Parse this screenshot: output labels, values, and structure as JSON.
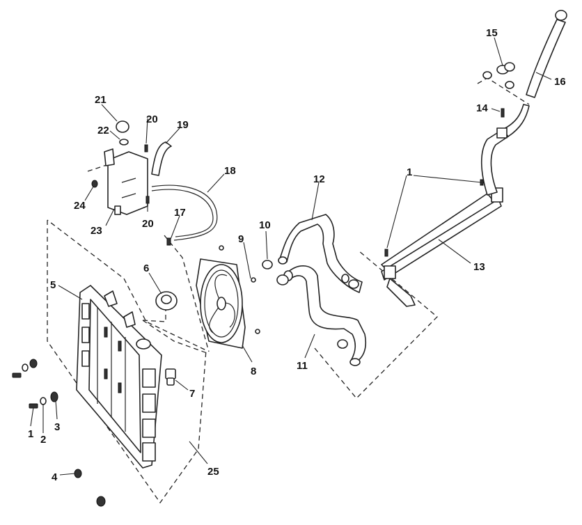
{
  "callouts": [
    "1",
    "2",
    "3",
    "4",
    "5",
    "6",
    "7",
    "8",
    "9",
    "10",
    "11",
    "12",
    "13",
    "14",
    "15",
    "16",
    "17",
    "18",
    "19",
    "20",
    "21",
    "22",
    "23",
    "24",
    "25"
  ],
  "repeated_callouts": {
    "1": "1",
    "20": "20"
  }
}
